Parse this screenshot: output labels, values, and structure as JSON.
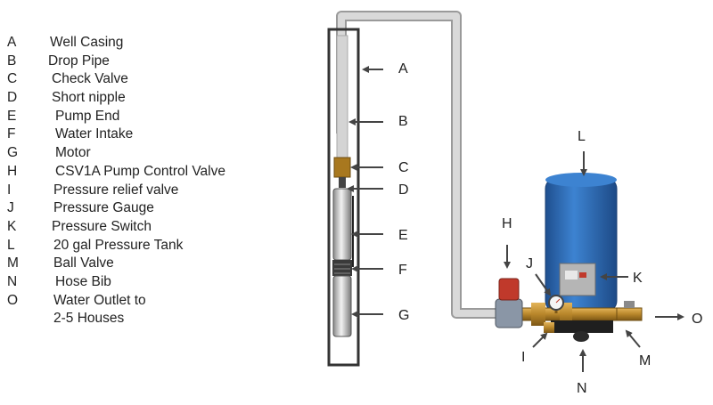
{
  "legend": [
    {
      "key": "A",
      "text": "Well Casing"
    },
    {
      "key": "B",
      "text": "Drop Pipe"
    },
    {
      "key": "C",
      "text": "Check Valve"
    },
    {
      "key": "D",
      "text": "Short nipple"
    },
    {
      "key": "E",
      "text": "Pump End"
    },
    {
      "key": "F",
      "text": "Water Intake"
    },
    {
      "key": "G",
      "text": "Motor"
    },
    {
      "key": "H",
      "text": "CSV1A Pump Control Valve"
    },
    {
      "key": "I",
      "text": "Pressure relief valve"
    },
    {
      "key": "J",
      "text": "Pressure Gauge"
    },
    {
      "key": "K",
      "text": "Pressure Switch"
    },
    {
      "key": "L",
      "text": "20 gal Pressure Tank"
    },
    {
      "key": "M",
      "text": "Ball Valve"
    },
    {
      "key": "N",
      "text": "Hose Bib"
    },
    {
      "key": "O",
      "text": "Water Outlet to"
    },
    {
      "key": "",
      "text": "2-5 Houses"
    }
  ],
  "callouts": {
    "A": "A",
    "B": "B",
    "C": "C",
    "D": "D",
    "E": "E",
    "F": "F",
    "G": "G",
    "H": "H",
    "I": "I",
    "J": "J",
    "K": "K",
    "L": "L",
    "M": "M",
    "N": "N",
    "O": "O"
  },
  "colors": {
    "pipe": "#cfcfcf",
    "casing": "#333333",
    "tank": "#2f6db5",
    "brass": "#b8862a",
    "relief_valve": "#c0392b"
  }
}
